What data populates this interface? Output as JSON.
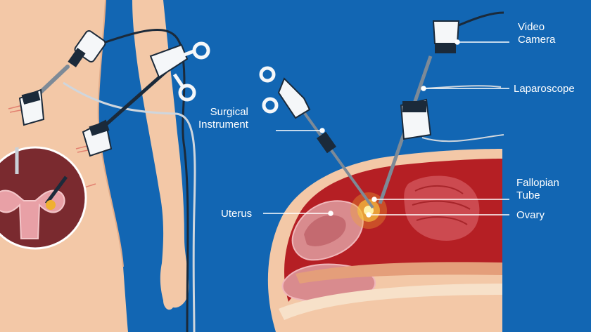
{
  "labels": {
    "surgical_instrument": [
      "Surgical",
      "Instrument"
    ],
    "video_camera": [
      "Video",
      "Camera"
    ],
    "laparoscope": "Laparoscope",
    "fallopian_tube": [
      "Fallopian",
      "Tube"
    ],
    "ovary": "Ovary",
    "uterus": "Uterus"
  },
  "colors": {
    "background": "#1266b3",
    "skin": "#f3c8a7",
    "tissue_red": "#b51f24",
    "uterus_pink": "#d98b8e",
    "leader_line": "#ffffff"
  },
  "icons": {
    "camera": "video-camera-icon",
    "scope": "laparoscope-icon",
    "grasper": "surgical-instrument-icon"
  }
}
